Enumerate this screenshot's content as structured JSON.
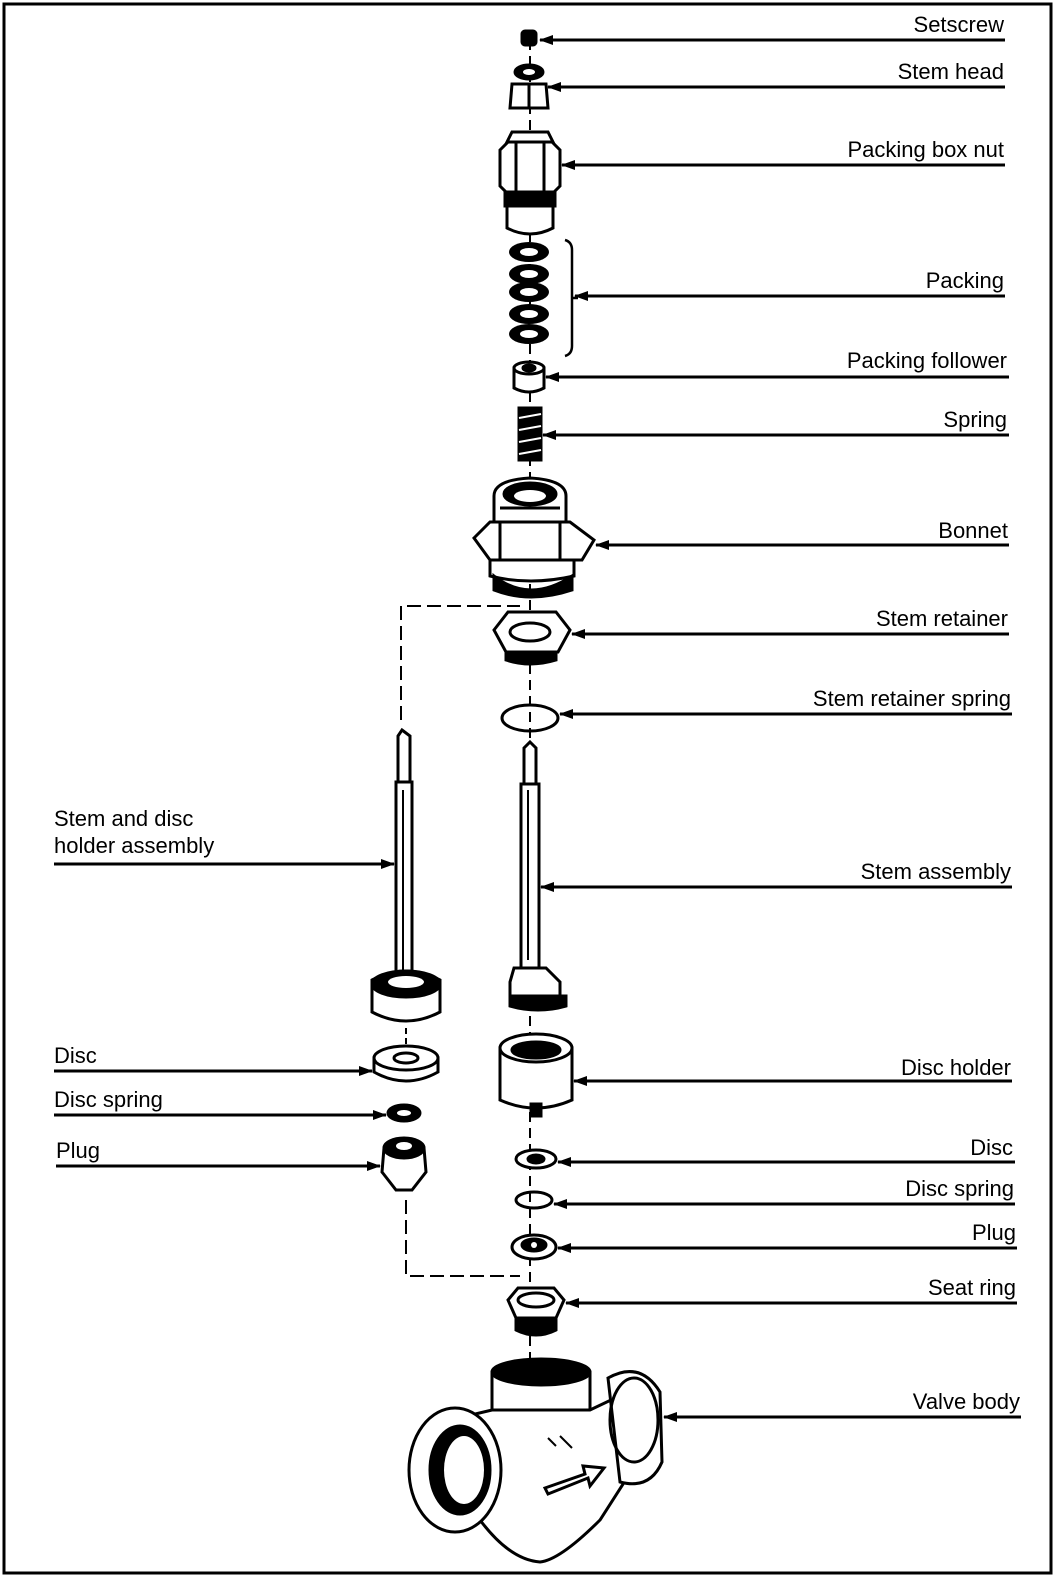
{
  "figure": {
    "right_labels": [
      {
        "id": "setscrew",
        "text": "Setscrew"
      },
      {
        "id": "stem-head",
        "text": "Stem head"
      },
      {
        "id": "packing-box-nut",
        "text": "Packing box nut"
      },
      {
        "id": "packing",
        "text": "Packing"
      },
      {
        "id": "packing-follower",
        "text": "Packing follower"
      },
      {
        "id": "spring",
        "text": "Spring"
      },
      {
        "id": "bonnet",
        "text": "Bonnet"
      },
      {
        "id": "stem-retainer",
        "text": "Stem retainer"
      },
      {
        "id": "stem-retainer-spring",
        "text": "Stem retainer spring"
      },
      {
        "id": "stem-assembly",
        "text": "Stem assembly"
      },
      {
        "id": "disc-holder",
        "text": "Disc holder"
      },
      {
        "id": "disc-right",
        "text": "Disc"
      },
      {
        "id": "disc-spring-right",
        "text": "Disc spring"
      },
      {
        "id": "plug-right",
        "text": "Plug"
      },
      {
        "id": "seat-ring",
        "text": "Seat ring"
      },
      {
        "id": "valve-body",
        "text": "Valve body"
      }
    ],
    "left_labels": [
      {
        "id": "stem-disc-holder-line1",
        "text": "Stem and disc"
      },
      {
        "id": "stem-disc-holder-line2",
        "text": "holder assembly"
      },
      {
        "id": "disc-left",
        "text": "Disc"
      },
      {
        "id": "disc-spring-left",
        "text": "Disc spring"
      },
      {
        "id": "plug-left",
        "text": "Plug"
      }
    ]
  }
}
